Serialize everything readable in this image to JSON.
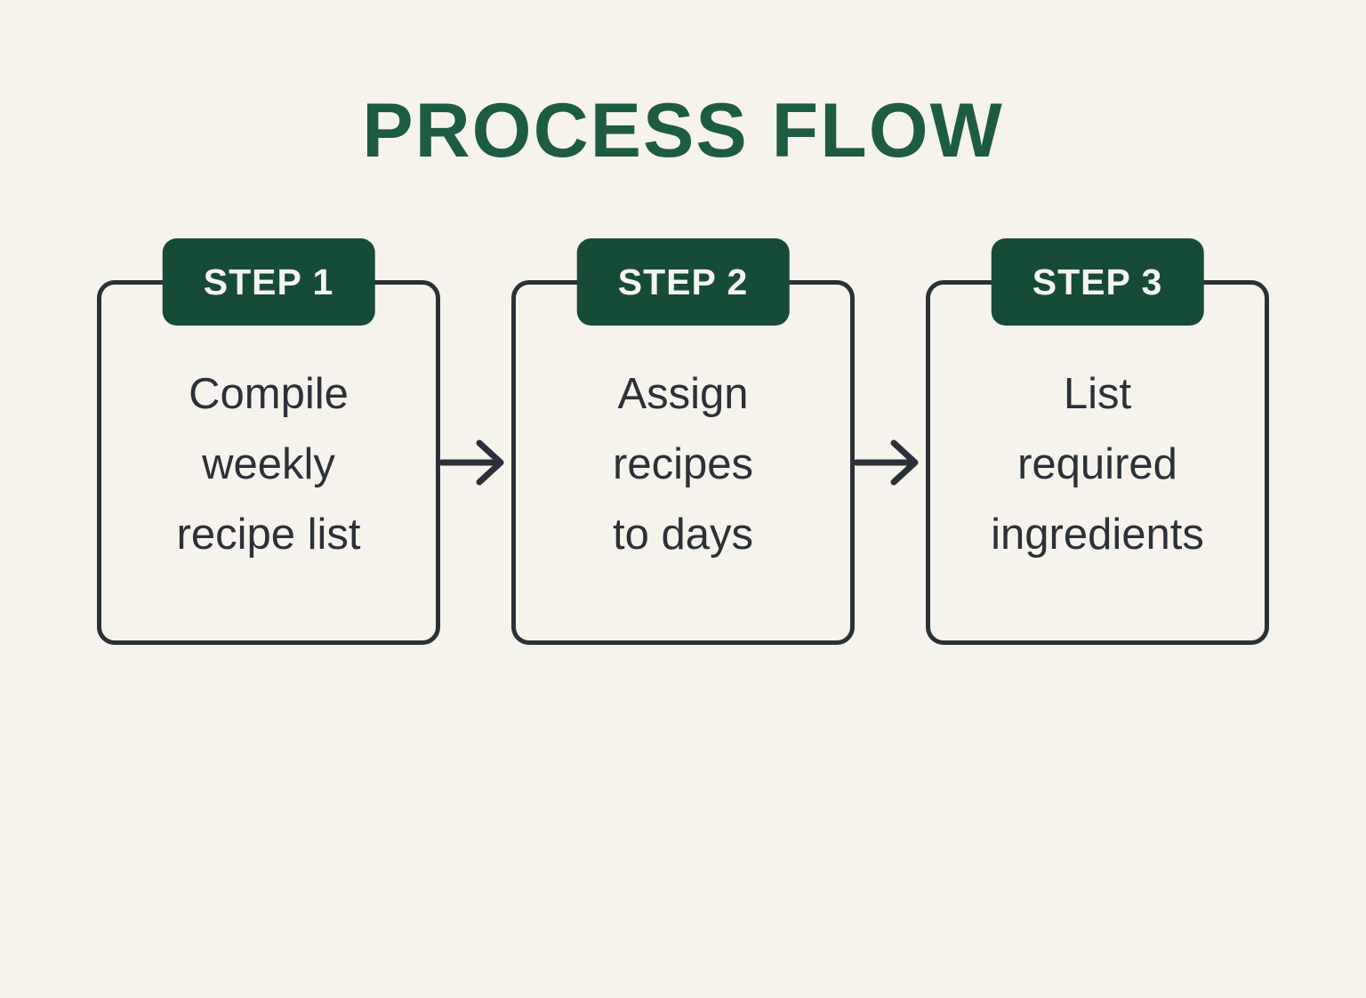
{
  "title": "PROCESS FLOW",
  "colors": {
    "background": "#f6f3ec",
    "title_green": "#1d5c40",
    "badge_green": "#164b38",
    "ink": "#2b3138",
    "badge_text": "#f7f5ef"
  },
  "steps": [
    {
      "badge": "STEP 1",
      "lines": [
        "Compile",
        "weekly",
        "recipe list"
      ]
    },
    {
      "badge": "STEP 2",
      "lines": [
        "Assign",
        "recipes",
        "to days"
      ]
    },
    {
      "badge": "STEP 3",
      "lines": [
        "List",
        "required",
        "ingredients"
      ]
    }
  ],
  "arrow_icon": "right-arrow"
}
